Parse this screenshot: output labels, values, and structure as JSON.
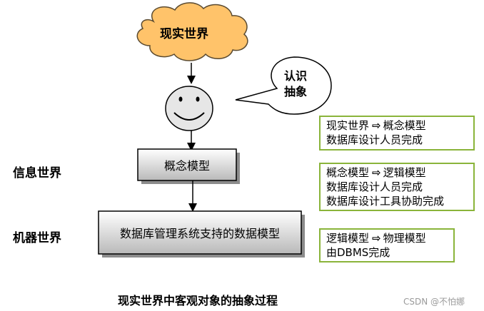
{
  "cloud_text": "现实世界",
  "bubble_text": [
    "认识",
    "抽象"
  ],
  "labels": {
    "info_world": "信息世界",
    "machine_world": "机器世界"
  },
  "boxes": {
    "conceptual_model": "概念模型",
    "dbms_model": "数据库管理系统支持的数据模型"
  },
  "notes": [
    {
      "from": "现实世界",
      "to": "概念模型",
      "lines": [
        "数据库设计人员完成"
      ]
    },
    {
      "from": "概念模型",
      "to": "逻辑模型",
      "lines": [
        "数据库设计人员完成",
        "数据库设计工具协助完成"
      ]
    },
    {
      "from": "逻辑模型",
      "to": "物理模型",
      "lines": [
        "由DBMS完成"
      ]
    }
  ],
  "caption": "现实世界中客观对象的抽象过程",
  "watermark": "CSDN @不怕娜",
  "colors": {
    "cloud": "#ffc36a",
    "note_border": "#8ab43a",
    "face": "#e6e6e6",
    "box_gradient_top": "#ffffff",
    "box_gradient_bottom": "#b9b9b9"
  }
}
